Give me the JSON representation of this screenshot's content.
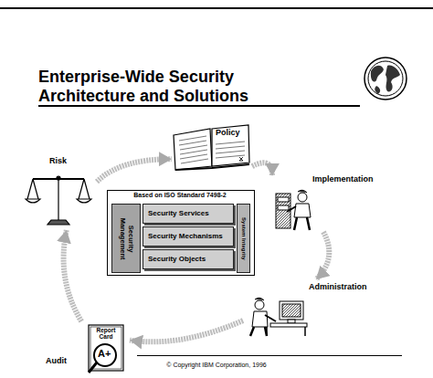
{
  "diagram": {
    "title": "Enterprise-Wide Security Architecture and Solutions",
    "nodes": [
      {
        "text": [
          "Policy"
        ]
      },
      {
        "text": [
          "Implementation"
        ]
      },
      {
        "text": [
          "Administration"
        ]
      },
      {
        "text": [
          "Audit",
          "Report Card",
          "A+"
        ]
      },
      {
        "text": [
          "Risk"
        ]
      },
      {
        "text": [
          "Based on ISO Standard 7498-2"
        ]
      },
      {
        "text": [
          "Security Management"
        ],
        "in": 5
      },
      {
        "text": [
          "Security Services"
        ],
        "in": 5
      },
      {
        "text": [
          "Security Mechanisms"
        ],
        "in": 5
      },
      {
        "text": [
          "Security Objects"
        ],
        "in": 5
      },
      {
        "text": [
          "System Integrity"
        ],
        "in": 5
      }
    ],
    "edges": [
      {
        "from": 0,
        "to": 1,
        "arrow": "to"
      },
      {
        "from": 1,
        "to": 2,
        "arrow": "to"
      },
      {
        "from": 2,
        "to": 3,
        "arrow": "to"
      },
      {
        "from": 3,
        "to": 4,
        "arrow": "to"
      },
      {
        "from": 4,
        "to": 0,
        "arrow": "to"
      }
    ],
    "labels": [
      "© Copyright IBM Corporation, 1996"
    ]
  }
}
